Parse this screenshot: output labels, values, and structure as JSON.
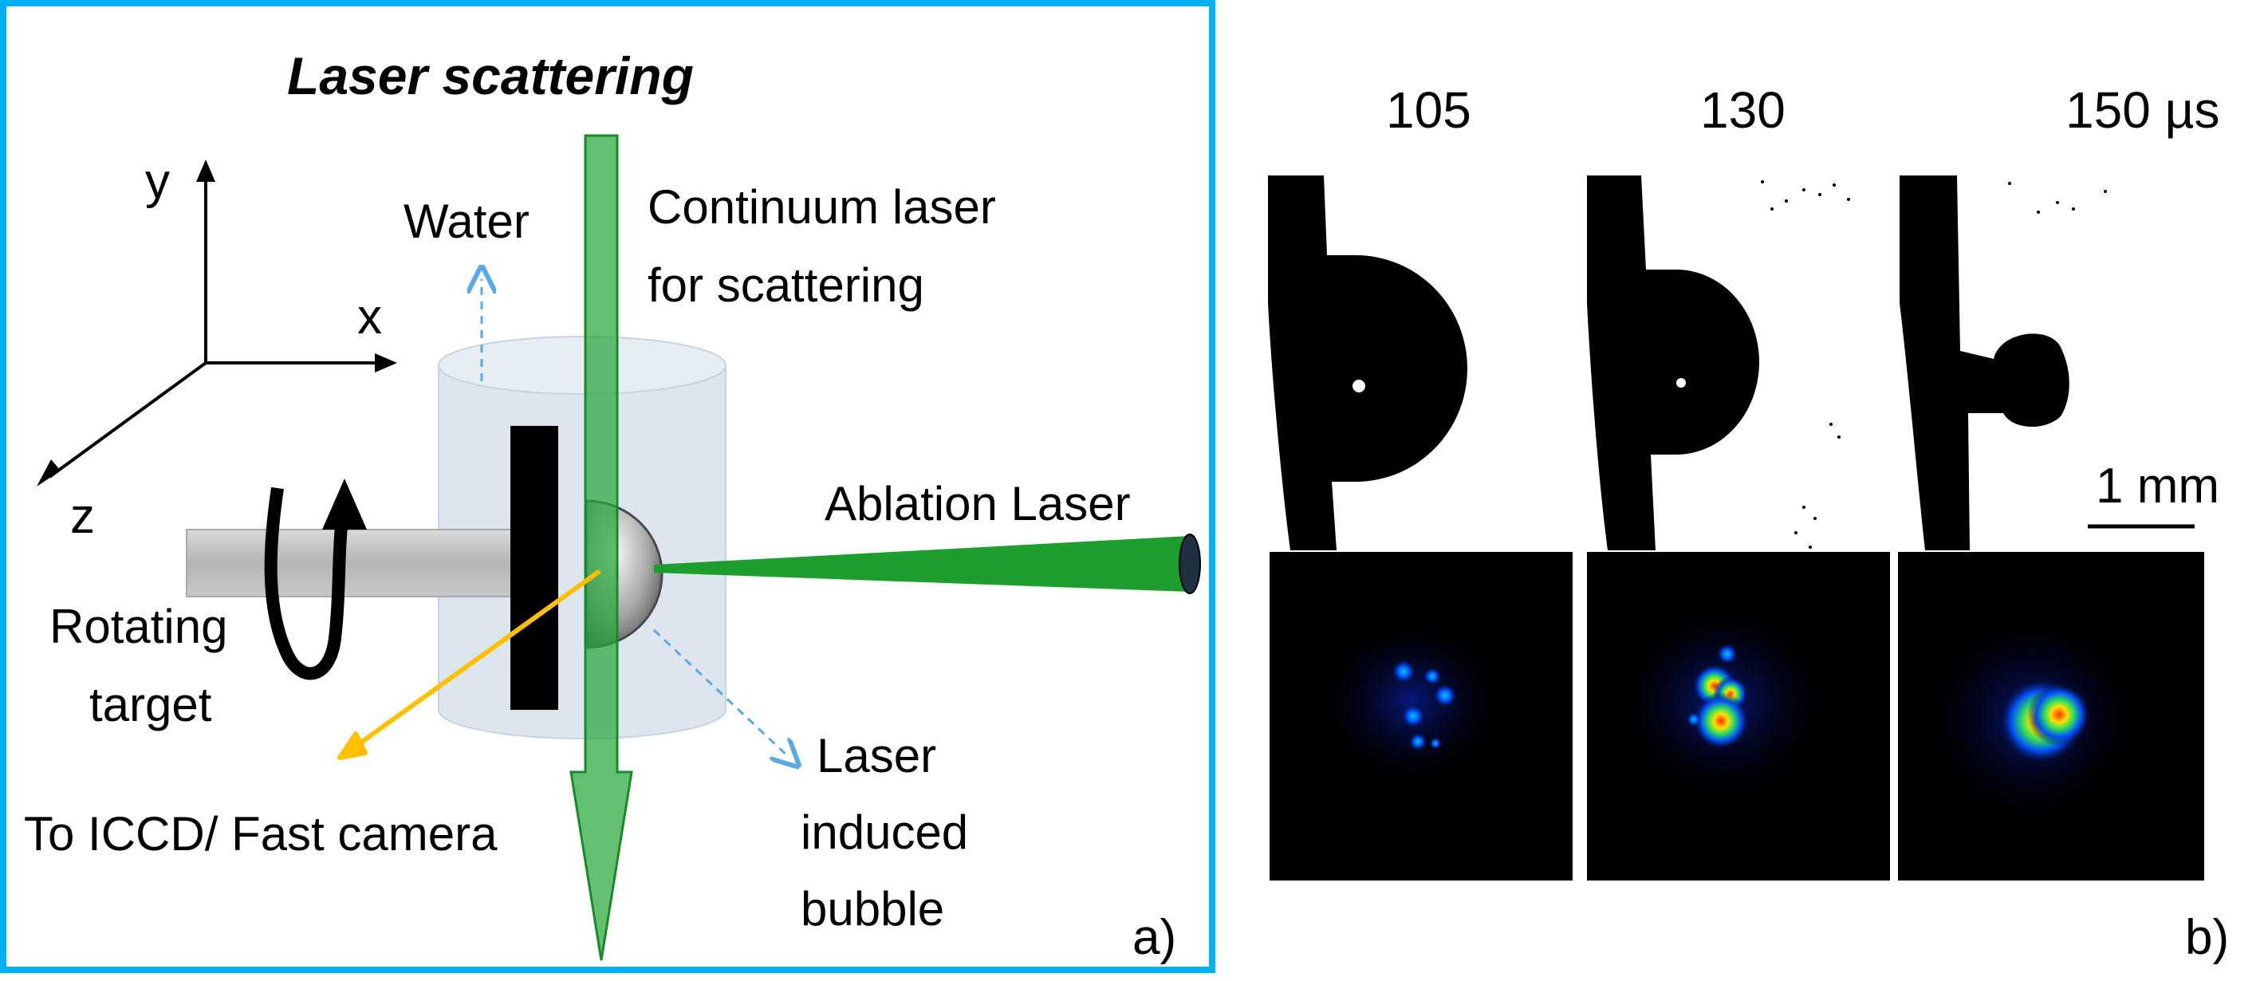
{
  "panel_a": {
    "title": "Laser scattering",
    "axes": {
      "y": "y",
      "x": "x",
      "z": "z"
    },
    "labels": {
      "water": "Water",
      "continuum_line1": "Continuum laser",
      "continuum_line2": "for scattering",
      "ablation": "Ablation Laser",
      "rotating_line1": "Rotating",
      "rotating_line2": "target",
      "to_iccd": "To ICCD/ Fast camera",
      "bubble_line1": "Laser",
      "bubble_line2": "induced",
      "bubble_line3": "bubble"
    },
    "panel_label": "a)",
    "colors": {
      "frame": "#00b0f0",
      "green": "#1e9e2e",
      "orange": "#ffc000",
      "dash": "#5aa9e6"
    }
  },
  "panel_b": {
    "times": [
      "105",
      "130",
      "150 µs"
    ],
    "scale_bar": "1 mm",
    "panel_label": "b)",
    "colormap": "jet"
  }
}
